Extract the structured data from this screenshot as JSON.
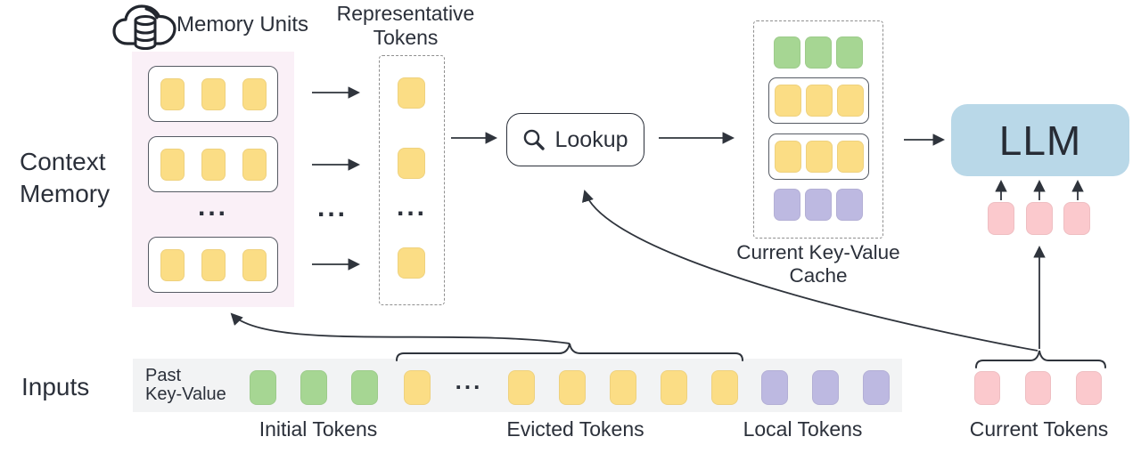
{
  "palette": {
    "yellow": "#FBDD85",
    "green": "#A6D693",
    "purple": "#BDB9E1",
    "pink": "#FBC9CD",
    "llm_blue": "#B9D8E8",
    "memory_bg": "#FAF0F7",
    "strip_bg": "#F2F3F4",
    "ink": "#2B303A",
    "line": "#2F343C"
  },
  "labels": {
    "memory_units": "Memory Units",
    "representative_line1": "Representative",
    "representative_line2": "Tokens",
    "context_line1": "Context",
    "context_line2": "Memory",
    "lookup": "Lookup",
    "cache_line1": "Current Key-Value",
    "cache_line2": "Cache",
    "llm": "LLM",
    "inputs": "Inputs",
    "past_kv_line1": "Past",
    "past_kv_line2": "Key-Value",
    "initial_tokens": "Initial Tokens",
    "evicted_tokens": "Evicted Tokens",
    "local_tokens": "Local Tokens",
    "current_tokens": "Current Tokens",
    "ellipsis": "..."
  },
  "token_groups": {
    "memory_row": {
      "color": "yellow",
      "count": 3
    },
    "rep_top": {
      "color": "yellow",
      "count": 1
    },
    "rep_mid": {
      "color": "yellow",
      "count": 1
    },
    "rep_bottom": {
      "color": "yellow",
      "count": 1
    },
    "cache_initial": {
      "color": "green",
      "count": 3
    },
    "cache_memory_1": {
      "color": "yellow",
      "count": 3
    },
    "cache_memory_2": {
      "color": "yellow",
      "count": 3
    },
    "cache_local": {
      "color": "purple",
      "count": 3
    },
    "input_initial": {
      "color": "green",
      "count": 3
    },
    "input_evicted_head": {
      "color": "yellow",
      "count": 1
    },
    "input_evicted_tail": {
      "color": "yellow",
      "count": 5
    },
    "input_local": {
      "color": "purple",
      "count": 3
    },
    "input_current": {
      "color": "pink",
      "count": 3
    },
    "llm_current": {
      "color": "pink",
      "count": 3
    }
  }
}
